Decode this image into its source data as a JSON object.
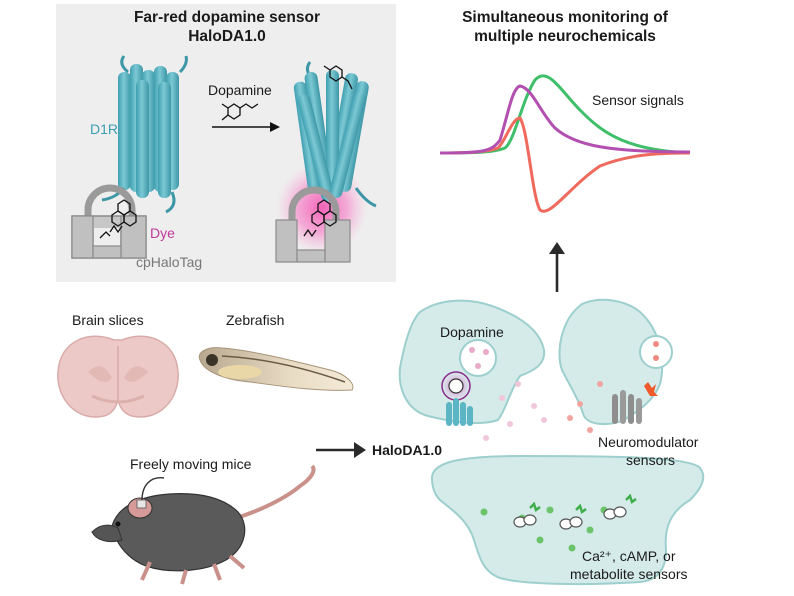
{
  "panel_sensor": {
    "title_line1": "Far-red dopamine sensor",
    "title_line2": "HaloDA1.0",
    "receptor_label": "D1R",
    "ligand_label": "Dopamine",
    "dye_label": "Dye",
    "tag_label": "cpHaloTag"
  },
  "panel_monitoring": {
    "title_line1": "Simultaneous monitoring of",
    "title_line2": "multiple neurochemicals",
    "signals_label": "Sensor signals",
    "trace_colors": [
      "#3fbf6a",
      "#b24fb0",
      "#ef6a5c"
    ]
  },
  "panel_models": {
    "brain_slices_label": "Brain slices",
    "zebrafish_label": "Zebrafish",
    "mice_label": "Freely moving mice"
  },
  "panel_synapse": {
    "sensor_name": "HaloDA1.0",
    "dopamine_label": "Dopamine",
    "neuromodulator_line1": "Neuromodulator",
    "neuromodulator_line2": "sensors",
    "metabolite_line1": "Ca²⁺, cAMP, or",
    "metabolite_line2": "metabolite sensors"
  },
  "colors": {
    "panel_bg": "#eeeeee",
    "helix": "#5bb5c4",
    "cell": "#d5ebea",
    "cell_edge": "#9ccfcd",
    "dye_glow": "#f25bb4",
    "dye_label": "#c0399a",
    "receptor_label": "#3a9fb0",
    "tag_label": "#777777"
  }
}
